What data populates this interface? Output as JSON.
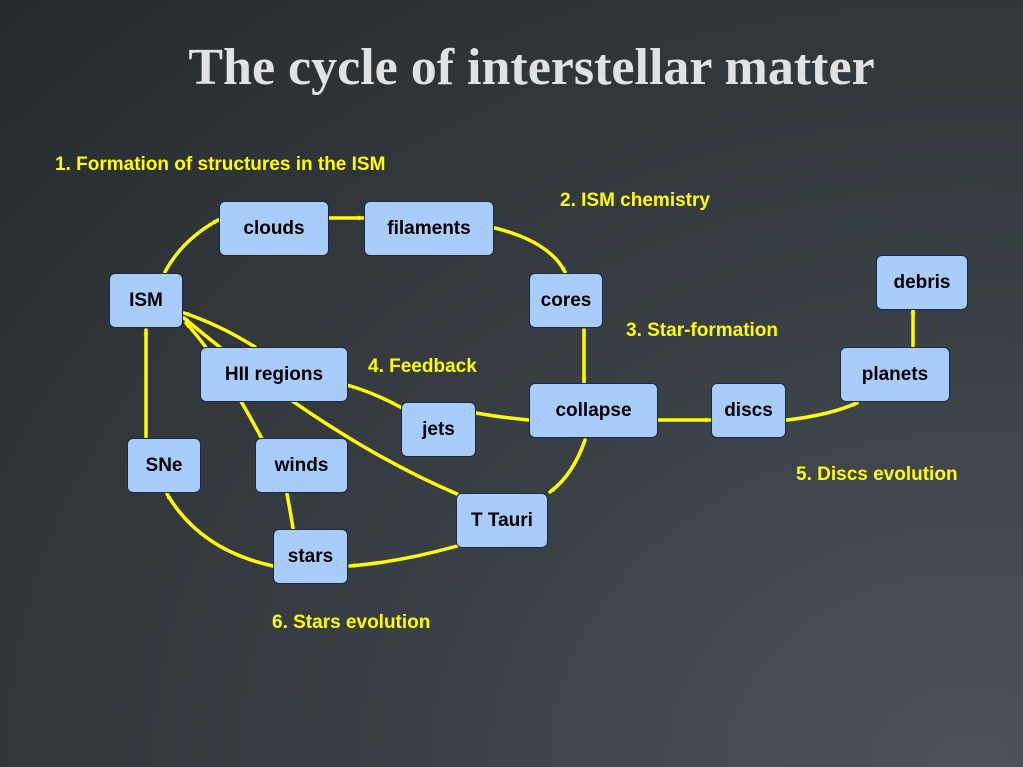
{
  "title": "The cycle of interstellar matter",
  "colors": {
    "node_fill": "#a8ccfc",
    "node_border": "#1b2a44",
    "label": "#ffff00",
    "arrow": "#ffff00",
    "title": "#e2e2e2"
  },
  "stages": {
    "formation": "1. Formation of structures in the ISM",
    "chemistry": "2. ISM chemistry",
    "star_formation": "3. Star-formation",
    "feedback": "4. Feedback",
    "discs_evolution": "5. Discs evolution",
    "stars_evolution": "6. Stars evolution"
  },
  "nodes": {
    "ism": "ISM",
    "clouds": "clouds",
    "filaments": "filaments",
    "cores": "cores",
    "collapse": "collapse",
    "discs": "discs",
    "planets": "planets",
    "debris": "debris",
    "hii_regions": "HII regions",
    "jets": "jets",
    "winds": "winds",
    "sne": "SNe",
    "t_tauri": "T Tauri",
    "stars": "stars"
  }
}
